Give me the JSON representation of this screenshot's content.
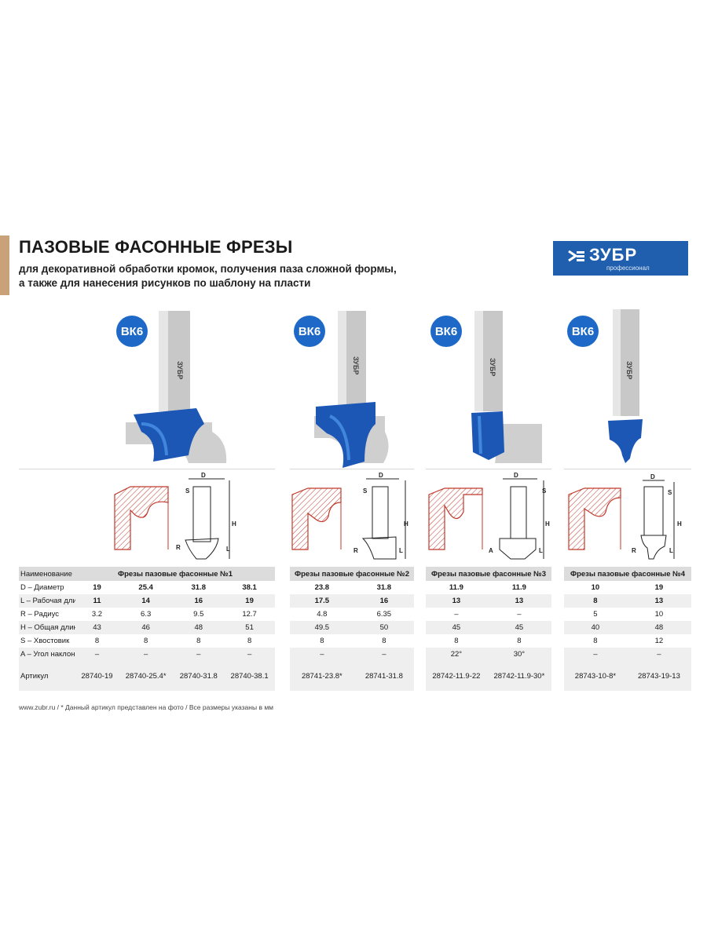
{
  "header": {
    "title": "ПАЗОВЫЕ ФАСОННЫЕ ФРЕЗЫ",
    "subtitle_line1": "для декоративной обработки кромок, получения паза сложной формы,",
    "subtitle_line2": "а также для нанесения рисунков по шаблону на пласти"
  },
  "logo": {
    "brand": "ЗУБР",
    "tagline": "профессионал",
    "bit_brand": "ЗУБР"
  },
  "colors": {
    "logo_bg": "#1f5fae",
    "bit_blue": "#1e69c7",
    "accent": "#c9a27a",
    "section_hatch": "#c0392b"
  },
  "badges": [
    "ВК6",
    "ВК6",
    "ВК6",
    "ВК6"
  ],
  "dimension_letters": {
    "d": "D",
    "s": "S",
    "h": "H",
    "l": "L",
    "r": "R",
    "a": "A"
  },
  "row_labels": [
    "Наименование",
    "D – Диаметр",
    "L – Рабочая длина",
    "R – Радиус",
    "H – Общая длина",
    "S – Хвостовик",
    "A – Угол наклона",
    "Артикул"
  ],
  "groups": [
    {
      "name": "Фрезы пазовые фасонные №1",
      "columns": [
        {
          "d": "19",
          "l": "11",
          "r": "3.2",
          "h": "43",
          "s": "8",
          "a": "–",
          "art": "28740-19"
        },
        {
          "d": "25.4",
          "l": "14",
          "r": "6.3",
          "h": "46",
          "s": "8",
          "a": "–",
          "art": "28740-25.4*"
        },
        {
          "d": "31.8",
          "l": "16",
          "r": "9.5",
          "h": "48",
          "s": "8",
          "a": "–",
          "art": "28740-31.8"
        },
        {
          "d": "38.1",
          "l": "19",
          "r": "12.7",
          "h": "51",
          "s": "8",
          "a": "–",
          "art": "28740-38.1"
        }
      ]
    },
    {
      "name": "Фрезы пазовые фасонные №2",
      "columns": [
        {
          "d": "23.8",
          "l": "17.5",
          "r": "4.8",
          "h": "49.5",
          "s": "8",
          "a": "–",
          "art": "28741-23.8*"
        },
        {
          "d": "31.8",
          "l": "16",
          "r": "6.35",
          "h": "50",
          "s": "8",
          "a": "–",
          "art": "28741-31.8"
        }
      ]
    },
    {
      "name": "Фрезы пазовые фасонные №3",
      "columns": [
        {
          "d": "11.9",
          "l": "13",
          "r": "–",
          "h": "45",
          "s": "8",
          "a": "22°",
          "art": "28742-11.9-22"
        },
        {
          "d": "11.9",
          "l": "13",
          "r": "–",
          "h": "45",
          "s": "8",
          "a": "30°",
          "art": "28742-11.9-30*"
        }
      ]
    },
    {
      "name": "Фрезы пазовые фасонные №4",
      "columns": [
        {
          "d": "10",
          "l": "8",
          "r": "5",
          "h": "40",
          "s": "8",
          "a": "–",
          "art": "28743-10-8*"
        },
        {
          "d": "19",
          "l": "13",
          "r": "10",
          "h": "48",
          "s": "12",
          "a": "–",
          "art": "28743-19-13"
        }
      ]
    }
  ],
  "footer": "www.zubr.ru   /   * Данный артикул представлен на фото   /   Все размеры указаны в мм"
}
